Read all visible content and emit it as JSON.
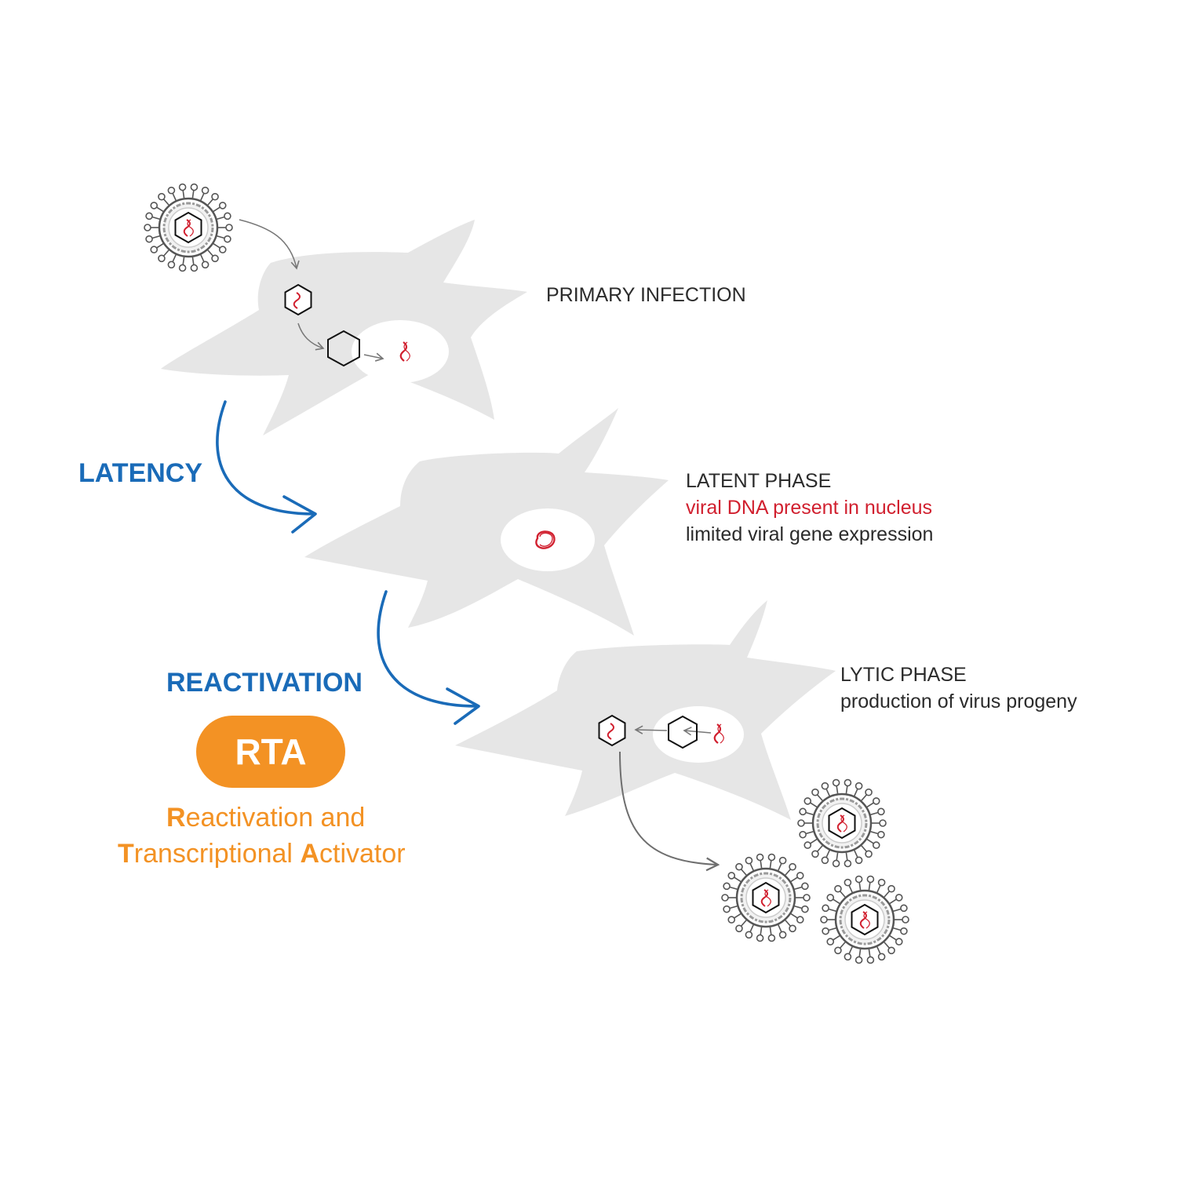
{
  "colors": {
    "cell": "#e6e6e6",
    "nucleus": "#ffffff",
    "stage_arrow": "#1a6bb8",
    "dna": "#d1202f",
    "accent_orange": "#f39224",
    "virus_outline": "#555555",
    "text": "#2b2b2b"
  },
  "icons": [
    "virion-icon",
    "capsid-icon",
    "viral-dna-icon",
    "episome-icon",
    "arrow-icon",
    "cell-shape"
  ],
  "labels": {
    "primary_infection": "PRIMARY INFECTION",
    "latent_phase": "LATENT PHASE",
    "latent_detail_1": "viral DNA present in nucleus",
    "latent_detail_2": "limited viral gene expression",
    "lytic_phase": "LYTIC PHASE",
    "lytic_detail": "production of virus progeny",
    "latency": "LATENCY",
    "reactivation": "REACTIVATION"
  },
  "rta": {
    "acronym": "RTA",
    "line1_initial": "R",
    "line1_rest": "eactivation and",
    "line2_initial_1": "T",
    "line2_rest_1": "ranscriptional ",
    "line2_initial_2": "A",
    "line2_rest_2": "ctivator"
  }
}
